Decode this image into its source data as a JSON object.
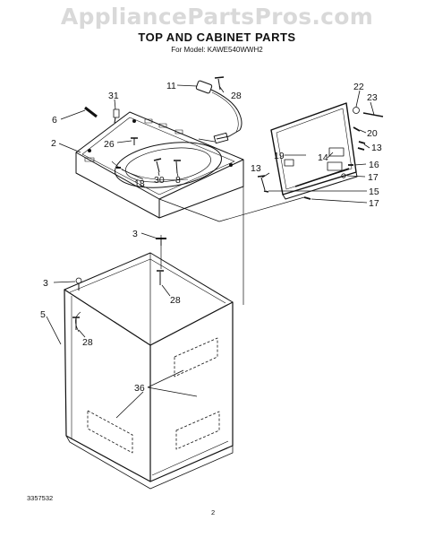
{
  "watermark": "AppliancePartsPros.com",
  "title": "TOP AND CABINET PARTS",
  "model": "For Model: KAWE540WWH2",
  "callouts": [
    "11",
    "28",
    "22",
    "23",
    "31",
    "6",
    "2",
    "26",
    "20",
    "13",
    "19",
    "14",
    "16",
    "13",
    "17",
    "18",
    "30",
    "8",
    "15",
    "17",
    "3",
    "3",
    "28",
    "5",
    "28",
    "36"
  ],
  "footer": {
    "doc_number": "3357532",
    "page_number": "2"
  }
}
